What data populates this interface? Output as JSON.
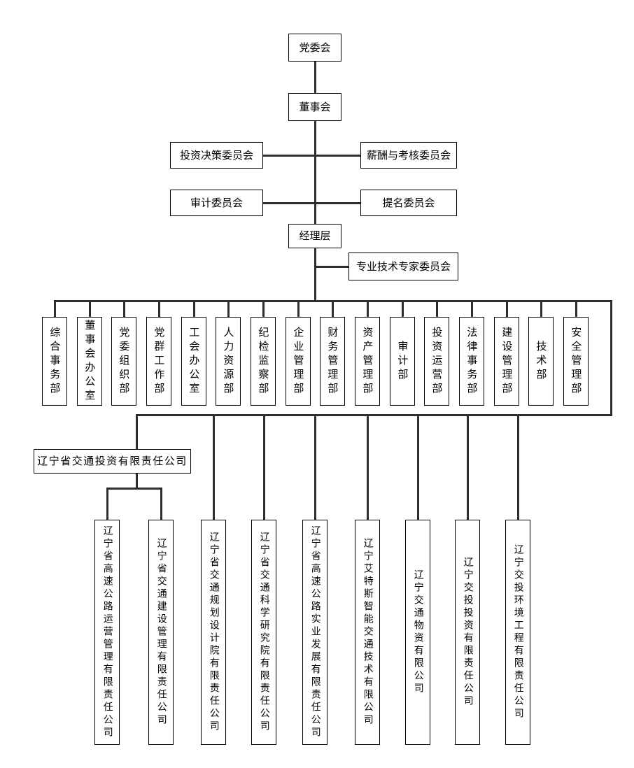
{
  "org": {
    "party_committee": "党委会",
    "board": "董事会",
    "committees": [
      "投资决策委员会",
      "薪酬与考核委员会",
      "审计委员会",
      "提名委员会"
    ],
    "management": "经理层",
    "expert_committee": "专业技术专家委员会",
    "departments": [
      "综合事务部",
      "董事会办公室",
      "党委组织部",
      "党群工作部",
      "工会办公室",
      "人力资源部",
      "纪检监察部",
      "企业管理部",
      "财务管理部",
      "资产管理部",
      "审计部",
      "投资运营部",
      "法律事务部",
      "建设管理部",
      "技术部",
      "安全管理部"
    ],
    "investment_company": "辽宁省交通投资有限责任公司",
    "investment_company_subsidiaries": [
      "辽宁省高速公路运营管理有限责任公司",
      "辽宁省交通建设管理有限责任公司"
    ],
    "subsidiaries": [
      "辽宁省交通规划设计院有限责任公司",
      "辽宁省交通科学研究院有限责任公司",
      "辽宁省高速公路实业发展有限责任公司",
      "辽宁艾特斯智能交通技术有限公司",
      "辽宁交通物资有限公司",
      "辽宁交投投资有限责任公司",
      "辽宁交投环境工程有限责任公司"
    ]
  },
  "colors": {
    "background": "#ffffff",
    "box_border": "#000000",
    "connector_line": "#2e2e2e",
    "text": "#000000"
  }
}
